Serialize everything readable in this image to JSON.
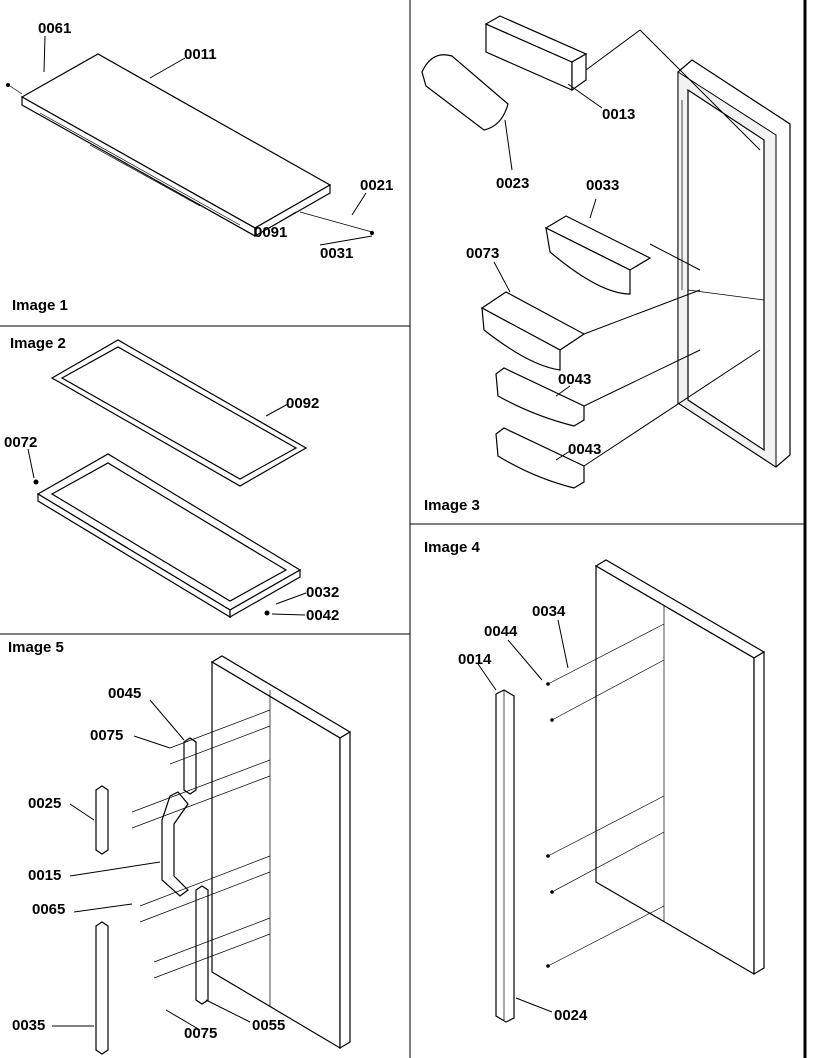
{
  "panels": [
    {
      "title": "Image 1",
      "labels": [
        "0061",
        "0011",
        "0021",
        "0031",
        "0091"
      ]
    },
    {
      "title": "Image 2",
      "labels": [
        "0092",
        "0072",
        "0032",
        "0042"
      ]
    },
    {
      "title": "Image 3",
      "labels": [
        "0013",
        "0023",
        "0033",
        "0073",
        "0043",
        "0043"
      ]
    },
    {
      "title": "Image 4",
      "labels": [
        "0034",
        "0044",
        "0014",
        "0024"
      ]
    },
    {
      "title": "Image 5",
      "labels": [
        "0045",
        "0075",
        "0025",
        "0015",
        "0065",
        "0035",
        "0075",
        "0055"
      ]
    }
  ]
}
